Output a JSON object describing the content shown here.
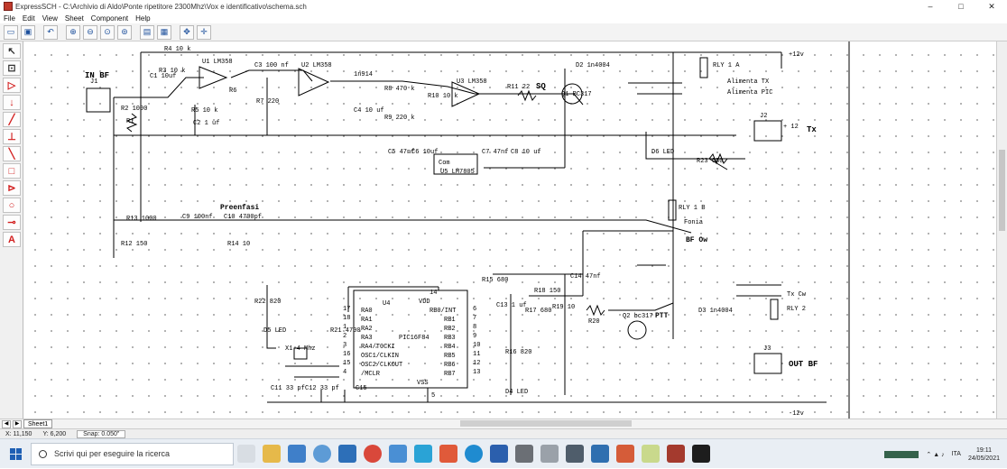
{
  "window": {
    "title": "ExpressSCH - C:\\Archivio di Aldo\\Ponte ripetitore 2300Mhz\\Vox e identificativo\\schema.sch",
    "controls": [
      "–",
      "□",
      "✕"
    ]
  },
  "menu": [
    "File",
    "Edit",
    "View",
    "Sheet",
    "Component",
    "Help"
  ],
  "toolbar": {
    "buttons": [
      "open-icon",
      "save-icon",
      "undo-icon",
      "zoom-in-icon",
      "zoom-out-icon",
      "zoom-area-icon",
      "zoom-fit-icon",
      "sheet-icon",
      "sheet-edit-icon",
      "move-icon",
      "pan-icon"
    ]
  },
  "left_tools": [
    "select-icon",
    "component-icon",
    "wire-icon",
    "power-icon",
    "line-icon",
    "ground-icon",
    "bus-icon",
    "junction-icon",
    "label-icon",
    "circle-icon",
    "port-icon",
    "text-icon"
  ],
  "schematic": {
    "labels": {
      "in_bf": "IN BF",
      "out_bf": "OUT BF",
      "preenfasi": "Preenfasi",
      "sq": "SQ",
      "tx": "Tx",
      "ptt": "PTT",
      "bf_ow": "BF Ow",
      "tx_cw": "Tx Cw",
      "plus12_top": "+12v",
      "minus12_bottom": "-12v",
      "plus12_j2": "+ 12",
      "alimenta_tx": "Alimenta TX",
      "alimenta_pic": "Alimenta PIC",
      "fonia": "Fonia",
      "rly1a": "RLY 1 A",
      "rly1b": "RLY 1 B",
      "rly2": "RLY 2"
    },
    "components": {
      "j1": "J1",
      "j2": "J2",
      "j3": "J3",
      "r1": "R1",
      "r2": "R2 1000",
      "r3": "R3 10 k",
      "r4": "R4 10 k",
      "r5": "R5 10 k",
      "r6": "R6",
      "r7": "R7 220",
      "r8": "R8 470 k",
      "r9": "R9 220 k",
      "r10": "R10 10 k",
      "r11": "R11 22",
      "r12": "R12 150",
      "r13": "R13 1000",
      "r14": "R14 10",
      "r15": "R15 680",
      "r16": "R16 820",
      "r17": "R17 680",
      "r18": "R18 150",
      "r19": "R19 10",
      "r20": "R20",
      "r21": "R21 4700",
      "r22": "R22 820",
      "r23": "R23 680",
      "c1": "C1 10uf",
      "c2": "C2 1 uf",
      "c3": "C3 100 nf",
      "c4": "C4 10 uf",
      "c5": "C5 47nf",
      "c6": "C6 10uf",
      "c7": "C7 47nf",
      "c8": "C8 10 uf",
      "c9": "C9 100nf",
      "c10": "C10 4700pf",
      "c11": "C11 33 pf",
      "c12": "C12 33 pf",
      "c13": "C13 1 uf",
      "c14": "C14 47nf",
      "c15": "C15",
      "u1": "U1 LM358",
      "u2": "U2 LM358",
      "u3": "U3 LM358",
      "u4": "U4",
      "u5": "U5 LM7805",
      "d1": "1n914",
      "d2": "D2 1n4004",
      "d3": "D3 1n4004",
      "d4": "D4 LED",
      "d5": "D5 LED",
      "d6": "D6 LED",
      "q1": "Q1 BC317",
      "q2": "Q2 bc317",
      "x1": "X1 4 Mhz",
      "pic": "PIC16F84",
      "vdd": "VDD",
      "vss": "VSS",
      "com": "Com"
    },
    "pic_pins_left": [
      "RA0",
      "RA1",
      "RA2",
      "RA3",
      "RA4/T0CKI",
      "OSC1/CLKIN",
      "OSC2/CLKOUT",
      "/MCLR"
    ],
    "pic_pins_left_num": [
      "17",
      "18",
      "1",
      "2",
      "3",
      "16",
      "15",
      "4"
    ],
    "pic_pins_right": [
      "RB0/INT",
      "RB1",
      "RB2",
      "RB3",
      "RB4",
      "RB5",
      "RB6",
      "RB7"
    ],
    "pic_pins_right_num": [
      "6",
      "7",
      "8",
      "9",
      "10",
      "11",
      "12",
      "13"
    ],
    "pic_top_pin": "14",
    "pic_bottom_pin": "5"
  },
  "sheet_tab": "Sheet1",
  "status": {
    "x": "X: 11,150",
    "y": "Y: 6,200",
    "snap": "Snap: 0.050\""
  },
  "taskbar": {
    "search_placeholder": "Scrivi qui per eseguire la ricerca",
    "language": "ITA",
    "time": "19:11",
    "date": "24/05/2021"
  }
}
